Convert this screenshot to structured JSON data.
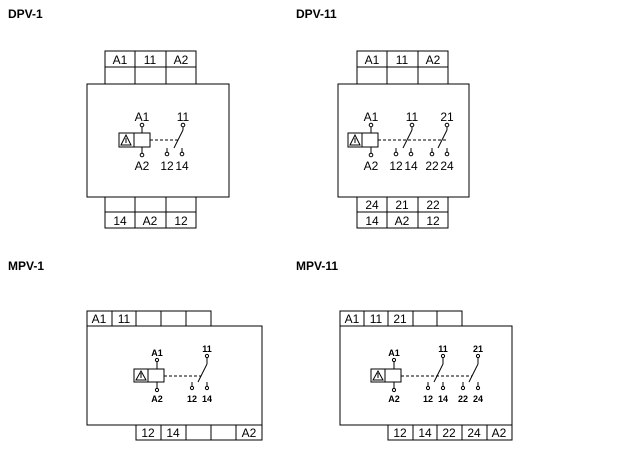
{
  "diagrams": [
    {
      "title": "DPV-1",
      "top_row": [
        "A1",
        "11",
        "A2"
      ],
      "bottom_rows": [
        [
          "14",
          "A2",
          "12"
        ]
      ],
      "labels": {
        "coil_top": "A1",
        "coil_bottom": "A2",
        "contacts": [
          {
            "common": "11",
            "nc": "12",
            "no": "14"
          }
        ]
      }
    },
    {
      "title": "DPV-11",
      "top_row": [
        "A1",
        "11",
        "A2"
      ],
      "bottom_rows": [
        [
          "24",
          "21",
          "22"
        ],
        [
          "14",
          "A2",
          "12"
        ]
      ],
      "labels": {
        "coil_top": "A1",
        "coil_bottom": "A2",
        "contacts": [
          {
            "common": "11",
            "nc": "12",
            "no": "14"
          },
          {
            "common": "21",
            "nc": "22",
            "no": "24"
          }
        ]
      }
    },
    {
      "title": "MPV-1",
      "top_row": [
        "A1",
        "11",
        "",
        "",
        ""
      ],
      "bottom_row": [
        "12",
        "14",
        "",
        "",
        "A2"
      ],
      "labels": {
        "coil_top": "A1",
        "coil_bottom": "A2",
        "contacts": [
          {
            "common": "11",
            "nc": "12",
            "no": "14"
          }
        ]
      }
    },
    {
      "title": "MPV-11",
      "top_row": [
        "A1",
        "11",
        "21",
        "",
        ""
      ],
      "bottom_row": [
        "12",
        "14",
        "22",
        "24",
        "A2"
      ],
      "labels": {
        "coil_top": "A1",
        "coil_bottom": "A2",
        "contacts": [
          {
            "common": "11",
            "nc": "12",
            "no": "14"
          },
          {
            "common": "21",
            "nc": "22",
            "no": "24"
          }
        ]
      }
    }
  ]
}
